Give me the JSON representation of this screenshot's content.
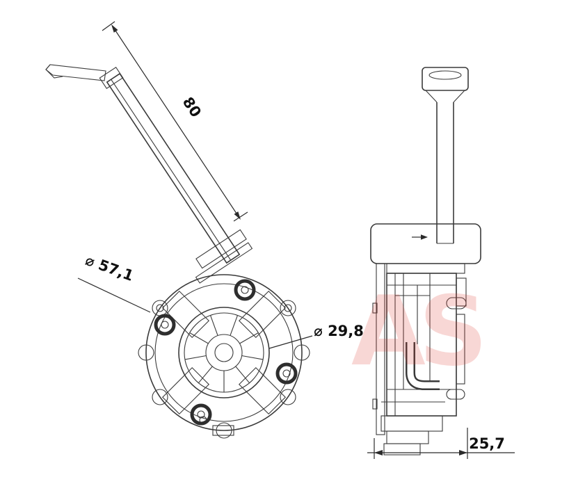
{
  "dimensions": {
    "arm_length": "80",
    "outer_diameter": "⌀ 57,1",
    "bore_diameter": "⌀ 29,8",
    "side_width": "25,7"
  },
  "watermark": {
    "text": "AS",
    "color": "#e03c31"
  },
  "colors": {
    "background": "#ffffff",
    "part_line": "#3a3a3a",
    "dimension_line": "#2b2b2b",
    "dimension_text": "#101010"
  }
}
